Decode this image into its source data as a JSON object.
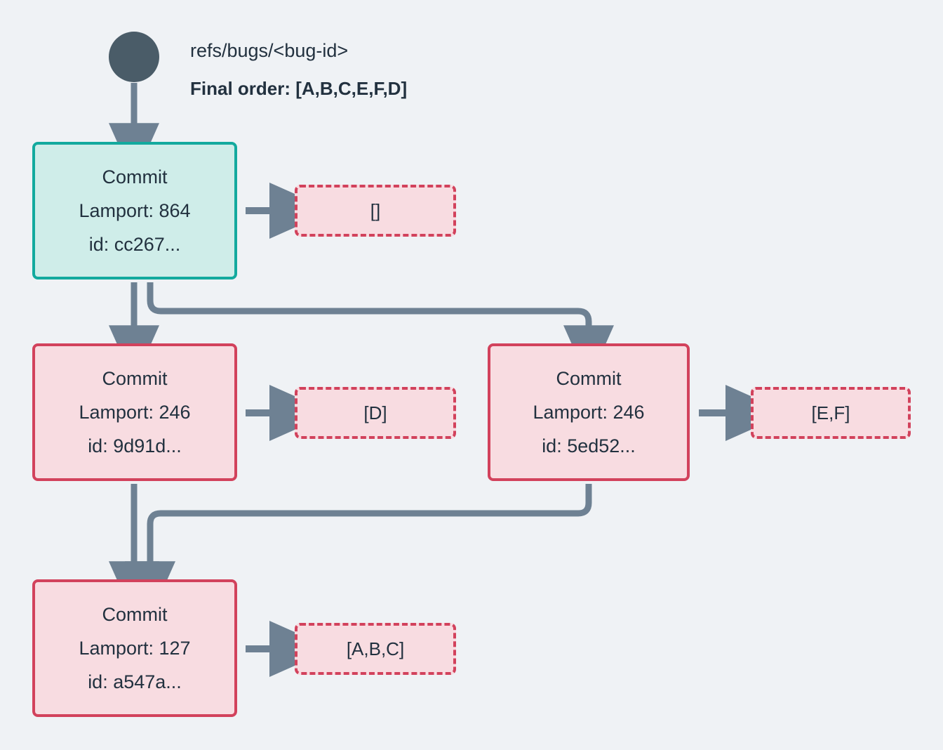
{
  "header": {
    "ref_label": "refs/bugs/<bug-id>",
    "final_order_label": "Final order: [A,B,C,E,F,D]"
  },
  "colors": {
    "background": "#eff2f5",
    "start_dot": "#4a5c68",
    "edge": "#6e8193",
    "head_commit_border": "#13aa9e",
    "head_commit_fill": "#cfede9",
    "commit_border": "#d2425c",
    "commit_fill": "#f8dce1",
    "text": "#22313f"
  },
  "nodes": {
    "start": {
      "icon": "start-circle"
    },
    "commits": [
      {
        "id": "commit-cc267",
        "title": "Commit",
        "lamport": "Lamport: 864",
        "hash": "id: cc267...",
        "variant": "head",
        "ops": {
          "id": "ops-cc267",
          "label": "[]"
        }
      },
      {
        "id": "commit-9d91d",
        "title": "Commit",
        "lamport": "Lamport: 246",
        "hash": "id: 9d91d...",
        "variant": "normal",
        "ops": {
          "id": "ops-9d91d",
          "label": "[D]"
        }
      },
      {
        "id": "commit-5ed52",
        "title": "Commit",
        "lamport": "Lamport: 246",
        "hash": "id: 5ed52...",
        "variant": "normal",
        "ops": {
          "id": "ops-5ed52",
          "label": "[E,F]"
        }
      },
      {
        "id": "commit-a547a",
        "title": "Commit",
        "lamport": "Lamport: 127",
        "hash": "id: a547a...",
        "variant": "normal",
        "ops": {
          "id": "ops-a547a",
          "label": "[A,B,C]"
        }
      }
    ]
  },
  "edges": [
    {
      "from": "start",
      "to": "commit-cc267",
      "kind": "straight-down"
    },
    {
      "from": "commit-cc267",
      "to": "commit-9d91d",
      "kind": "straight-down"
    },
    {
      "from": "commit-cc267",
      "to": "commit-5ed52",
      "kind": "elbow-right"
    },
    {
      "from": "commit-9d91d",
      "to": "commit-a547a",
      "kind": "straight-down"
    },
    {
      "from": "commit-5ed52",
      "to": "commit-a547a",
      "kind": "elbow-left"
    },
    {
      "from": "commit-cc267",
      "to": "ops-cc267",
      "kind": "arrow-right"
    },
    {
      "from": "commit-9d91d",
      "to": "ops-9d91d",
      "kind": "arrow-right"
    },
    {
      "from": "commit-5ed52",
      "to": "ops-5ed52",
      "kind": "arrow-right"
    },
    {
      "from": "commit-a547a",
      "to": "ops-a547a",
      "kind": "arrow-right"
    }
  ]
}
